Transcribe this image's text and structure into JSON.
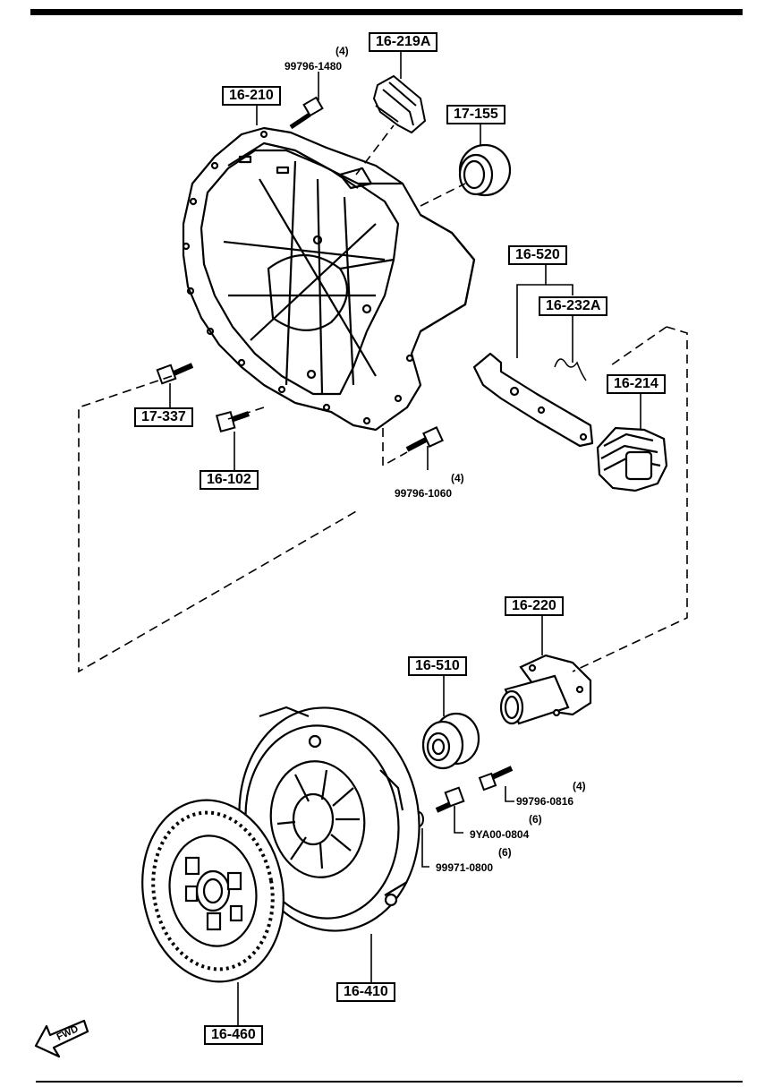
{
  "colors": {
    "ink": "#000000",
    "paper": "#ffffff"
  },
  "callouts": {
    "c16219A": "16-219A",
    "c16210": "16-210",
    "c17155": "17-155",
    "c16520": "16-520",
    "c16232A": "16-232A",
    "c16214": "16-214",
    "c17337": "17-337",
    "c16102": "16-102",
    "c16220": "16-220",
    "c16510": "16-510",
    "c16410": "16-410",
    "c16460": "16-460"
  },
  "part_numbers": {
    "p9979614800": "99796-1480",
    "p9979610600": "99796-1060",
    "p9979608160": "99796-0816",
    "p9YA000804": "9YA00-0804",
    "p9997108000": "99971-0800"
  },
  "quantities": {
    "q1480": "(4)",
    "q1060": "(4)",
    "q0816": "(4)",
    "q0804": "(6)",
    "q0800": "(6)"
  },
  "fwd_label": "FWD",
  "icons": [
    "fwd-arrow-icon"
  ]
}
